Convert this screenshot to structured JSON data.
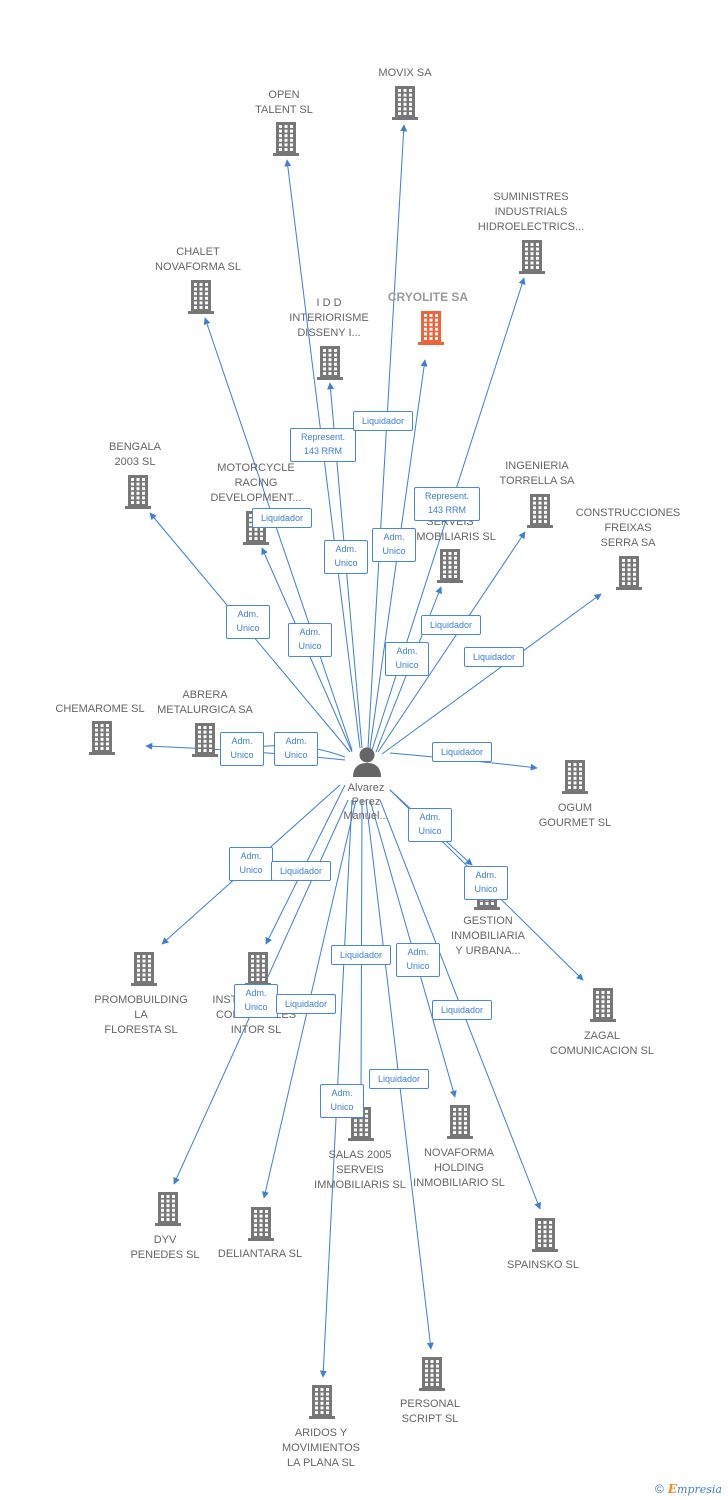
{
  "center": {
    "name": "Alvarez\nPerez\nManuel..."
  },
  "nodes": [
    {
      "id": "movix",
      "label": "MOVIX SA",
      "focus": false
    },
    {
      "id": "open_talent",
      "label": "OPEN\nTALENT SL",
      "focus": false
    },
    {
      "id": "suministres",
      "label": "SUMINISTRES\nINDUSTRIALS\nHIDROELECTRICS...",
      "focus": false
    },
    {
      "id": "chalet",
      "label": "CHALET\nNOVAFORMA SL",
      "focus": false
    },
    {
      "id": "idd",
      "label": "I D D\nINTERIORISME\nDISSENY I...",
      "focus": false
    },
    {
      "id": "cryolite",
      "label": "CRYOLITE SA",
      "focus": true
    },
    {
      "id": "bengala",
      "label": "BENGALA\n2003 SL",
      "focus": false
    },
    {
      "id": "motorcycle",
      "label": "MOTORCYCLE\nRACING\nDEVELOPMENT...",
      "focus": false
    },
    {
      "id": "masts",
      "label": "MASTS\nSERVEIS\nIMMOBILIARIS SL",
      "focus": false
    },
    {
      "id": "ingenieria",
      "label": "INGENIERIA\nTORRELLA SA",
      "focus": false
    },
    {
      "id": "construcciones",
      "label": "CONSTRUCCIONES\nFREIXAS\nSERRA SA",
      "focus": false
    },
    {
      "id": "chemarome",
      "label": "CHEMAROME SL",
      "focus": false
    },
    {
      "id": "abrera",
      "label": "ABRERA\nMETALURGICA SA",
      "focus": false
    },
    {
      "id": "ogum",
      "label": "OGUM\nGOURMET SL",
      "focus": false
    },
    {
      "id": "gestion",
      "label": "GESTION\nINMOBILIARIA\nY URBANA...",
      "focus": false
    },
    {
      "id": "promobuilding",
      "label": "PROMOBUILDING\nLA\nFLORESTA SL",
      "focus": false
    },
    {
      "id": "intor",
      "label": "INSTALACIONES\nCOMERCIALES\nINTOR SL",
      "focus": false
    },
    {
      "id": "zagal",
      "label": "ZAGAL\nCOMUNICACION SL",
      "focus": false
    },
    {
      "id": "salas",
      "label": "SALAS 2005\nSERVEIS\nIMMOBILIARIS SL",
      "focus": false
    },
    {
      "id": "novaforma_holding",
      "label": "NOVAFORMA\nHOLDING\nINMOBILIARIO SL",
      "focus": false
    },
    {
      "id": "dyv",
      "label": "DYV\nPENEDES SL",
      "focus": false
    },
    {
      "id": "deliantara",
      "label": "DELIANTARA SL",
      "focus": false
    },
    {
      "id": "spainsko",
      "label": "SPAINSKO SL",
      "focus": false
    },
    {
      "id": "aridos",
      "label": "ARIDOS Y\nMOVIMIENTOS\nLA PLANA SL",
      "focus": false
    },
    {
      "id": "personal_script",
      "label": "PERSONAL\nSCRIPT SL",
      "focus": false
    }
  ],
  "edge_labels": [
    {
      "id": "e_idd",
      "text": "Represent.\n143 RRM"
    },
    {
      "id": "e_cryolite",
      "text": "Liquidador"
    },
    {
      "id": "e_motorcycle",
      "text": "Liquidador"
    },
    {
      "id": "e_movix",
      "text": "Adm.\nUnico"
    },
    {
      "id": "e_open_talent",
      "text": "Adm.\nUnico"
    },
    {
      "id": "e_suministres",
      "text": "Represent.\n143 RRM"
    },
    {
      "id": "e_bengala",
      "text": "Adm.\nUnico"
    },
    {
      "id": "e_chalet",
      "text": "Adm.\nUnico"
    },
    {
      "id": "e_ingenieria",
      "text": "Liquidador"
    },
    {
      "id": "e_masts",
      "text": "Adm.\nUnico"
    },
    {
      "id": "e_construcciones",
      "text": "Liquidador"
    },
    {
      "id": "e_chemarome",
      "text": "Adm.\nUnico"
    },
    {
      "id": "e_abrera",
      "text": "Adm.\nUnico"
    },
    {
      "id": "e_ogum",
      "text": "Liquidador"
    },
    {
      "id": "e_gestion",
      "text": "Adm.\nUnico"
    },
    {
      "id": "e_zagal",
      "text": "Adm.\nUnico"
    },
    {
      "id": "e_promobuilding",
      "text": "Adm.\nUnico"
    },
    {
      "id": "e_intor",
      "text": "Liquidador"
    },
    {
      "id": "e_salas",
      "text": "Liquidador"
    },
    {
      "id": "e_novaforma",
      "text": "Adm.\nUnico"
    },
    {
      "id": "e_dyv",
      "text": "Adm.\nUnico"
    },
    {
      "id": "e_deliantara",
      "text": "Liquidador"
    },
    {
      "id": "e_spainsko",
      "text": "Liquidador"
    },
    {
      "id": "e_aridos",
      "text": "Adm.\nUnico"
    },
    {
      "id": "e_personal_script",
      "text": "Liquidador"
    }
  ],
  "colors": {
    "edge": "#3d7fd6",
    "building": "#777777",
    "focus_building": "#f0643c",
    "person": "#666666"
  },
  "footer": {
    "copyright": "©",
    "brand_initial": "E",
    "brand_rest": "mpresia"
  }
}
